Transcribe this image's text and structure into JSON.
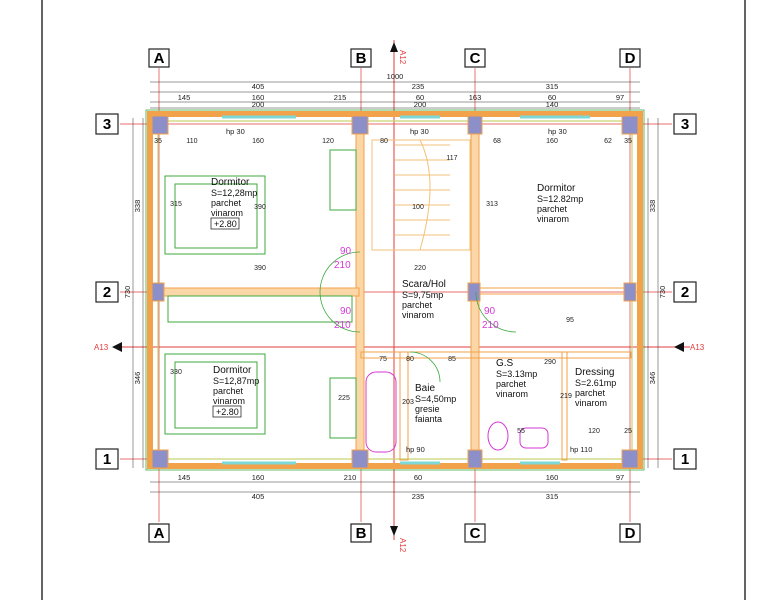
{
  "axes": {
    "columns": [
      "A",
      "B",
      "C",
      "D"
    ],
    "rows": [
      "3",
      "2",
      "1"
    ],
    "section_vertical": "A12",
    "section_horizontal": "A13"
  },
  "dimensions": {
    "top": {
      "total": "1000",
      "row1": [
        "405",
        "235",
        "315"
      ],
      "row2": [
        "145",
        "160",
        "215",
        "60",
        "163",
        "60",
        "97"
      ],
      "row3": [
        "200",
        "200",
        "140"
      ]
    },
    "bottom": {
      "row1": [
        "145",
        "160",
        "210",
        "60",
        "160",
        "97"
      ],
      "row2": [
        "405",
        "235",
        "315"
      ]
    },
    "left": [
      "338",
      "730",
      "346"
    ],
    "right": [
      "338",
      "730",
      "346"
    ],
    "interior": [
      "35",
      "110",
      "160",
      "120",
      "80",
      "117",
      "68",
      "160",
      "62",
      "35",
      "390",
      "220",
      "390",
      "313",
      "100",
      "90",
      "210",
      "90",
      "210",
      "75",
      "80",
      "85",
      "290",
      "203",
      "225",
      "330",
      "315",
      "95",
      "219",
      "120",
      "55",
      "25"
    ]
  },
  "windows": [
    "hp 30",
    "hp 30",
    "hp 30",
    "hp 90",
    "hp 110"
  ],
  "rooms": [
    {
      "name": "Dormitor",
      "area": "S=12,28mp",
      "finish1": "parchet",
      "finish2": "vinarom",
      "level": "+2.80"
    },
    {
      "name": "Dormitor",
      "area": "S=12.82mp",
      "finish1": "parchet",
      "finish2": "vinarom",
      "level": ""
    },
    {
      "name": "Scara/Hol",
      "area": "S=9,75mp",
      "finish1": "parchet",
      "finish2": "vinarom",
      "level": ""
    },
    {
      "name": "Dormitor",
      "area": "S=12,87mp",
      "finish1": "parchet",
      "finish2": "vinarom",
      "level": "+2.80"
    },
    {
      "name": "Baie",
      "area": "S=4,50mp",
      "finish1": "gresie",
      "finish2": "faianta",
      "level": ""
    },
    {
      "name": "G.S",
      "area": "S=3.13mp",
      "finish1": "parchet",
      "finish2": "vinarom",
      "level": ""
    },
    {
      "name": "Dressing",
      "area": "S=2.61mp",
      "finish1": "parchet",
      "finish2": "vinarom",
      "level": ""
    }
  ],
  "colors": {
    "wall_outer": "#f2a24a",
    "wall_inner": "#c9d36a",
    "column": "#8c8fc8",
    "axis_line": "#e23c3c",
    "section_line": "#e23c3c",
    "magenta": "#d63ad6",
    "green": "#3faa3f",
    "cyan_window": "#7fd8d8",
    "dim_line": "#333333"
  }
}
